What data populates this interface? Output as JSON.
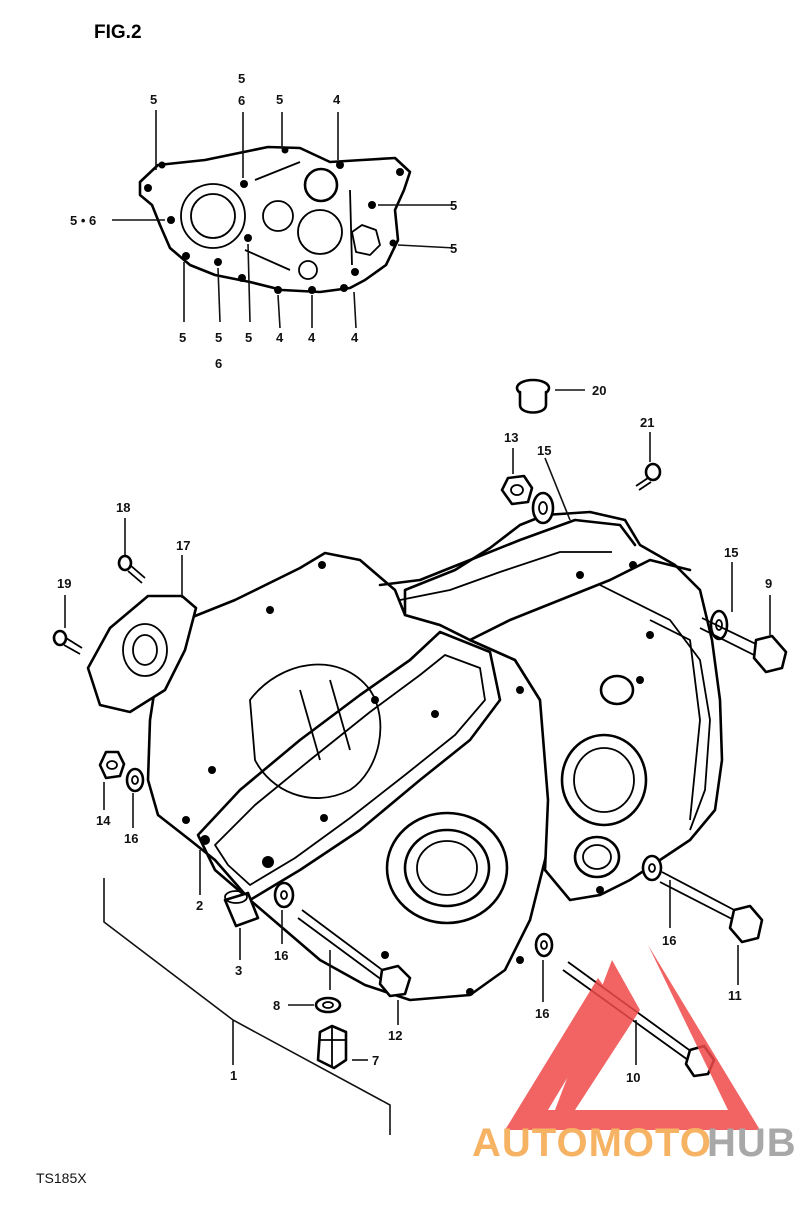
{
  "figure": {
    "title": "FIG.2",
    "model": "TS185X"
  },
  "parts": {
    "p_left_18": "18",
    "p_left_17": "17",
    "p_left_19": "19",
    "p_left_14": "14",
    "p_left_16": "16",
    "p_left_2": "2",
    "p_left_3": "3",
    "p_left_16b": "16",
    "p_left_8": "8",
    "p_left_7": "7",
    "p_left_1": "1",
    "p_left_12": "12",
    "p_right_20": "20",
    "p_right_13": "13",
    "p_right_15": "15",
    "p_right_21": "21",
    "p_right_15b": "15",
    "p_right_9": "9",
    "p_right_16": "16",
    "p_right_11": "11",
    "p_right_16b": "16",
    "p_right_10": "10"
  },
  "inset": {
    "top_5a": "5",
    "top_5b": "5",
    "top_6": "6",
    "top_5c": "5",
    "top_4": "4",
    "left_56": "5 • 6",
    "right_5a": "5",
    "right_5b": "5",
    "bot_5a": "5",
    "bot_5b": "5",
    "bot_6": "6",
    "bot_5c": "5",
    "bot_4a": "4",
    "bot_4b": "4",
    "bot_4c": "4"
  },
  "watermark": {
    "part1": "AUTOMOTO",
    "part2": "HUB",
    "color_red": "#f04a4a",
    "color_orange": "#f5a64a",
    "color_gray": "#9a9a9a"
  }
}
